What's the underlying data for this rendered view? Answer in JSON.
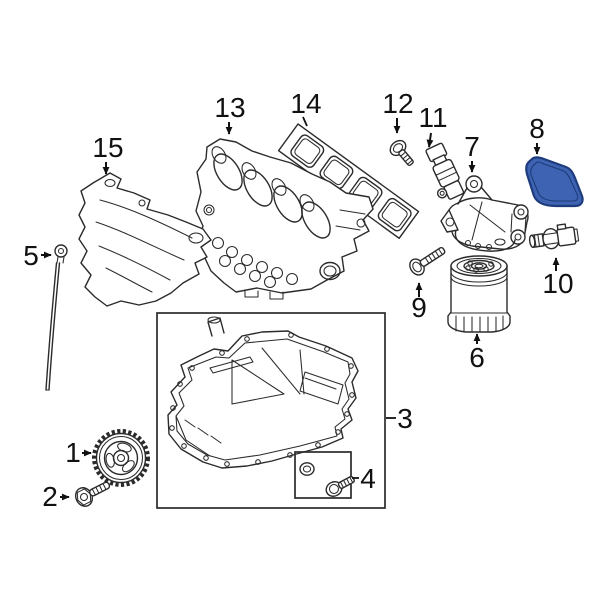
{
  "page": {
    "background_color": "#ffffff",
    "line_color": "#2b2b2b",
    "label_color": "#111111"
  },
  "highlight": {
    "fill": "#3d63b2",
    "stroke": "#1e3c7c",
    "highlighted_callout": "8"
  },
  "callouts": {
    "c1": {
      "number": "1"
    },
    "c2": {
      "number": "2"
    },
    "c3": {
      "number": "3"
    },
    "c4": {
      "number": "4"
    },
    "c5": {
      "number": "5"
    },
    "c6": {
      "number": "6"
    },
    "c7": {
      "number": "7"
    },
    "c8": {
      "number": "8"
    },
    "c9": {
      "number": "9"
    },
    "c10": {
      "number": "10"
    },
    "c11": {
      "number": "11"
    },
    "c12": {
      "number": "12"
    },
    "c13": {
      "number": "13"
    },
    "c14": {
      "number": "14"
    },
    "c15": {
      "number": "15"
    }
  }
}
